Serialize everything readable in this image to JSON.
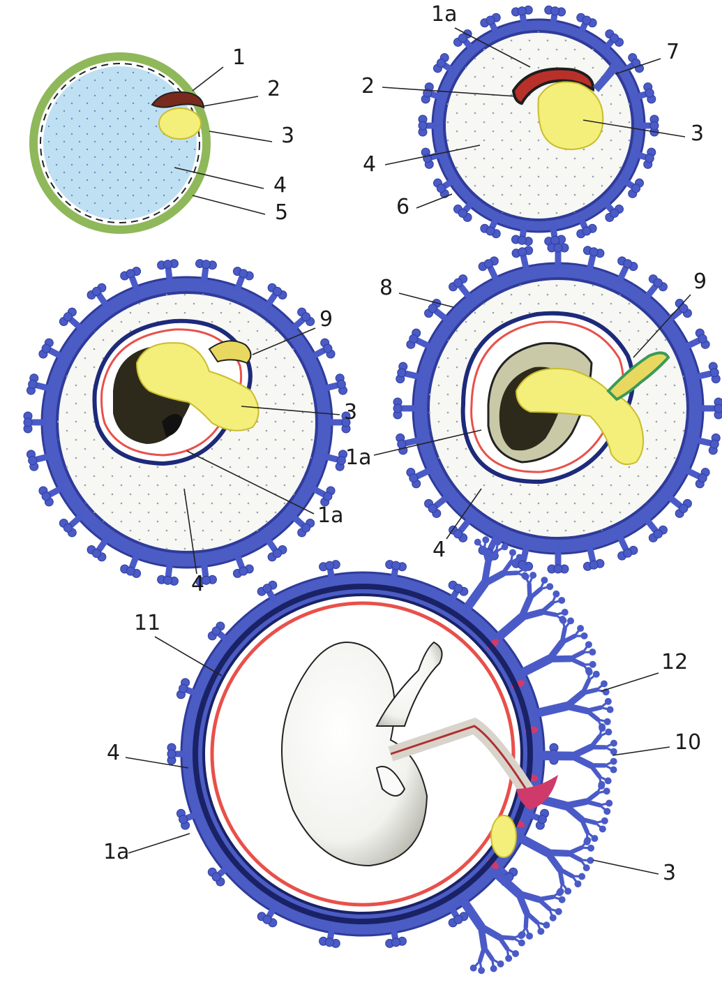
{
  "colors": {
    "chorion": "#4b5cc4",
    "chorion_dark": "#2f3b9a",
    "villi": "#4a5bc7",
    "amnion": "#e8504a",
    "yolk": "#f4ef7a",
    "yolk_edge": "#c9bd2e",
    "zona": "#8fb85a",
    "cavity": "#f7f7f4",
    "blastocyst": "#bfe0f2",
    "embryo_dark": "#2d2a1c",
    "vessel": "#d03a6a"
  },
  "panels": [
    {
      "id": "A",
      "labels": [
        {
          "text": "1"
        },
        {
          "text": "2"
        },
        {
          "text": "3"
        },
        {
          "text": "4"
        },
        {
          "text": "5"
        }
      ]
    },
    {
      "id": "B",
      "labels": [
        {
          "text": "1a"
        },
        {
          "text": "7"
        },
        {
          "text": "2"
        },
        {
          "text": "3"
        },
        {
          "text": "4"
        },
        {
          "text": "6"
        }
      ]
    },
    {
      "id": "C",
      "labels": [
        {
          "text": "9"
        },
        {
          "text": "3"
        },
        {
          "text": "1a"
        },
        {
          "text": "4"
        }
      ]
    },
    {
      "id": "D",
      "labels": [
        {
          "text": "8"
        },
        {
          "text": "9"
        },
        {
          "text": "1a"
        },
        {
          "text": "4"
        }
      ]
    },
    {
      "id": "E",
      "labels": [
        {
          "text": "11"
        },
        {
          "text": "12"
        },
        {
          "text": "4"
        },
        {
          "text": "10"
        },
        {
          "text": "1a"
        },
        {
          "text": "3"
        }
      ]
    }
  ]
}
